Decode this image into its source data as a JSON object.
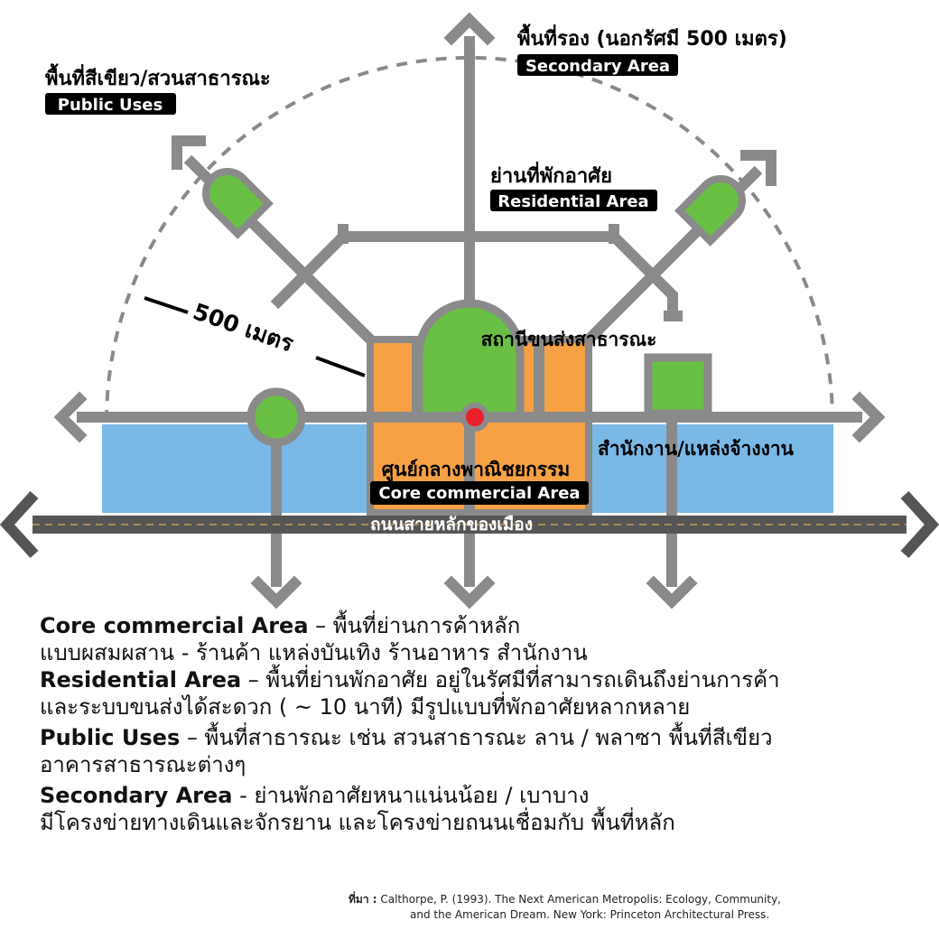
{
  "labels": {
    "secondary_th": "พื้นที่รอง (นอกรัศมี 500 เมตร)",
    "secondary_en": "Secondary Area",
    "public_th": "พื้นที่สีเขียว/สวนสาธารณะ",
    "public_en": "Public Uses",
    "residential_th": "ย่านที่พักอาศัย",
    "residential_en": "Residential Area",
    "radius": "500 เมตร",
    "transit": "สถานีขนส่งสาธารณะ",
    "office": "สำนักงาน/แหล่งจ้างงาน",
    "core_th": "ศูนย์กลางพาณิชยกรรม",
    "core_en": "Core commercial Area",
    "main_road": "ถนนสายหลักของเมือง"
  },
  "colors": {
    "road_gray": "#8a8a8a",
    "main_road": "#555555",
    "commercial_orange": "#f6a144",
    "residential_blue": "#7ab8e6",
    "green": "#6abf45",
    "station_red": "#e8202a",
    "label_black": "#000000"
  },
  "notes": {
    "core_title": "Core commercial Area",
    "core_l1": " – พื้นที่ย่านการค้าหลัก",
    "core_l2": "แบบผสมผสาน  - ร้านค้า แหล่งบันเทิง ร้านอาหาร สำนักงาน",
    "res_title": "Residential Area",
    "res_l1": " – พื้นที่ย่านพักอาศัย  อยู่ในรัศมีที่สามารถเดินถึงย่านการค้า",
    "res_l2": "และระบบขนส่งได้สะดวก ( ~ 10 นาที) มีรูปแบบที่พักอาศัยหลากหลาย",
    "pub_title": "Public Uses",
    "pub_l1": " – พื้นที่สาธารณะ เช่น  สวนสาธารณะ ลาน / พลาซา พื้นที่สีเขียว",
    "pub_l2": "อาคารสาธารณะต่างๆ",
    "sec_title": "Secondary Area",
    "sec_l1": " -  ย่านพักอาศัยหนาแน่นน้อย / เบาบาง",
    "sec_l2": "มีโครงข่ายทางเดินและจักรยาน และโครงข่ายถนนเชื่อมกับ พื้นที่หลัก"
  },
  "source": {
    "label": "ที่มา :",
    "line1": " Calthorpe, P. (1993). The Next American Metropolis:  Ecology, Community,",
    "line2": "and the American Dream. New York: Princeton Architectural Press."
  }
}
